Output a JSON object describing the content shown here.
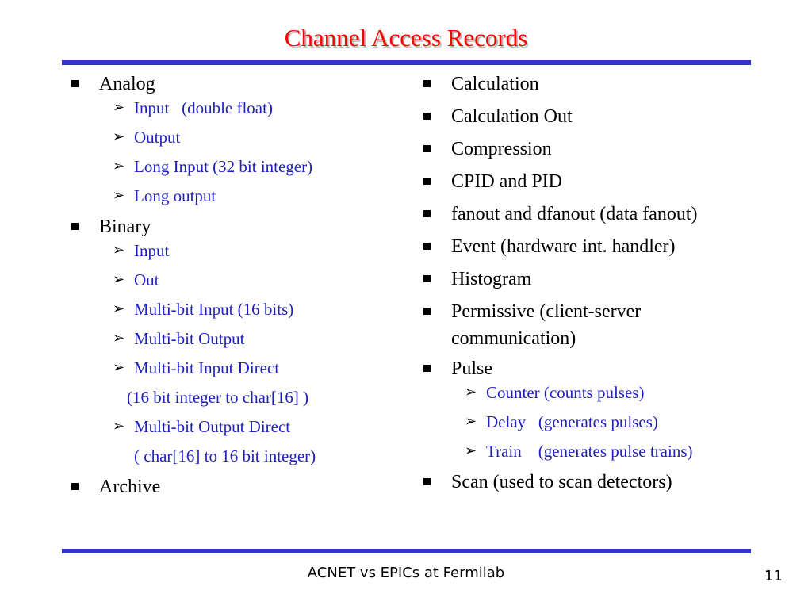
{
  "title": "Channel Access Records",
  "left_column": {
    "analog": {
      "label": "Analog",
      "items": [
        "Input   (double float)",
        "Output",
        "Long Input (32 bit integer)",
        "Long output"
      ]
    },
    "binary": {
      "label": "Binary",
      "items": [
        "Input",
        "Out",
        "Multi-bit Input (16 bits)",
        "Multi-bit Output",
        "Multi-bit Input Direct",
        "(16 bit integer to char[16] )",
        "Multi-bit Output Direct",
        "( char[16] to 16 bit integer)"
      ]
    },
    "archive": {
      "label": "Archive"
    }
  },
  "right_column": {
    "items": [
      "Calculation",
      "Calculation Out",
      "Compression",
      "CPID and PID",
      "fanout and dfanout (data fanout)",
      "Event (hardware int. handler)",
      "Histogram",
      "Permissive (client-server communication)"
    ],
    "pulse": {
      "label": "Pulse",
      "items": [
        "Counter (counts pulses)",
        "Delay   (generates pulses)",
        "Train    (generates pulse trains)"
      ]
    },
    "scan": {
      "label": "Scan (used to scan detectors)"
    }
  },
  "footer": {
    "text": "ACNET vs EPICs at Fermilab",
    "page_number": "11"
  },
  "icons": {
    "level1_bullet": "square-bullet-icon",
    "level2_bullet": "arrowhead-bullet-icon"
  },
  "colors": {
    "title": "#ff0000",
    "rule": "#3333cc",
    "sub_item_text": "#1f1fbf",
    "body_text": "#000000"
  }
}
